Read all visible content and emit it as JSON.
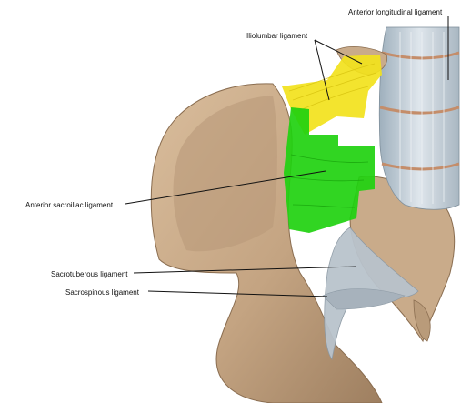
{
  "labels": {
    "anterior_longitudinal": "Anterior longitudinal ligament",
    "iliolumbar": "Iliolumbar ligament",
    "anterior_sacroiliac": "Anterior sacroiliac ligament",
    "sacrotuberous": "Sacrotuberous ligament",
    "sacrospinous": "Sacrospinous ligament"
  },
  "colors": {
    "background": "#ffffff",
    "bone": "#c9ab8a",
    "bone_shadow": "#a88a6a",
    "ligament_gray": "#b9c3cc",
    "iliolumbar_highlight": "#f2e21c",
    "sacroiliac_highlight": "#1fd10f",
    "leader_line": "#111111"
  }
}
